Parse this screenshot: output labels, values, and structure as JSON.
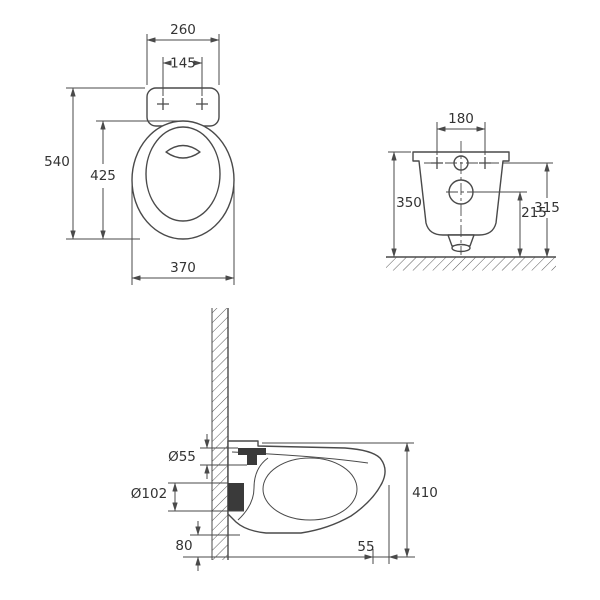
{
  "drawing": {
    "type": "wall-hung-toilet-dimension-drawing",
    "plan": {
      "dim_260": "260",
      "dim_145": "145",
      "dim_540": "540",
      "dim_425": "425",
      "dim_370": "370"
    },
    "rear": {
      "dim_180": "180",
      "dim_350": "350",
      "dim_215": "215",
      "dim_315": "315"
    },
    "side": {
      "dim_inlet": "Ø55",
      "dim_outlet": "Ø102",
      "dim_80": "80",
      "dim_410": "410",
      "dim_55": "55"
    }
  }
}
